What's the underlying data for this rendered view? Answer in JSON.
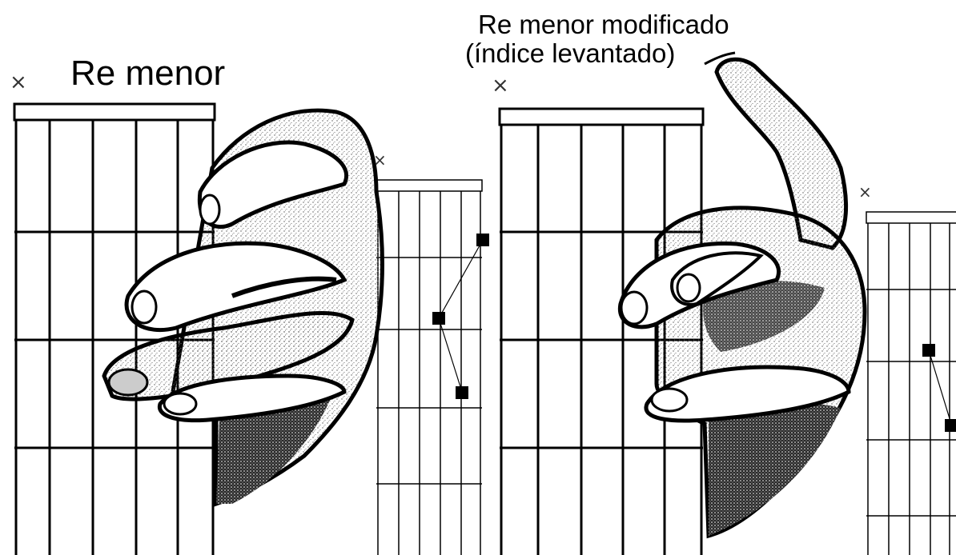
{
  "panels": [
    {
      "title": "Re menor",
      "mute_mark": "×",
      "small_diagram_mute_mark": "×"
    },
    {
      "title_line1": "Re menor modificado",
      "title_line2": "(índice levantado)",
      "mute_mark": "×",
      "small_diagram_mute_mark": "×"
    }
  ],
  "colors": {
    "ink": "#000000",
    "skin_shading": "#7a7a7a",
    "dark_shading": "#1a1a1a",
    "paper": "#ffffff"
  }
}
